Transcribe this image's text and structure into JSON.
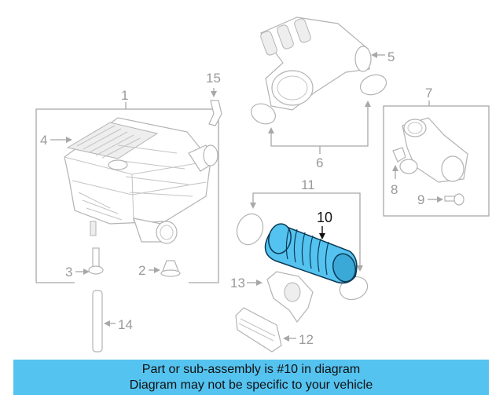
{
  "callouts": {
    "c1": "1",
    "c2": "2",
    "c3": "3",
    "c4": "4",
    "c5": "5",
    "c6": "6",
    "c7": "7",
    "c8": "8",
    "c9": "9",
    "c10": "10",
    "c11": "11",
    "c12": "12",
    "c13": "13",
    "c14": "14",
    "c15": "15"
  },
  "highlight_color": "#55c3f0",
  "banner": {
    "line1": "Part or sub-assembly is #10 in diagram",
    "line2": "Diagram may not be specific to your vehicle"
  }
}
